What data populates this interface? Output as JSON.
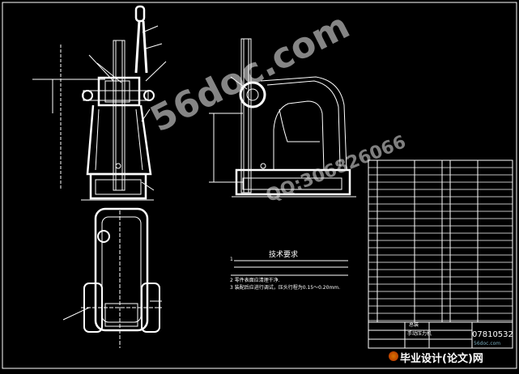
{
  "watermark": {
    "site": "56doc.com",
    "qq": "QQ:306826066",
    "color_site": "#f2f2f2",
    "color_qq": "#e8e8e8"
  },
  "drawing": {
    "tech_title": "技术要求",
    "tech_lines": [
      "1",
      "2  零件表面应清理干净.",
      "3  装配后应进行调试，压头行程为0.15～0.20mm."
    ],
    "drawing_code": "07810532",
    "site_small": "56doc.com",
    "logo": "毕业设计(论文)网",
    "line_color": "#ffffff",
    "title_cells": [
      "总装",
      "手动压力机"
    ]
  }
}
